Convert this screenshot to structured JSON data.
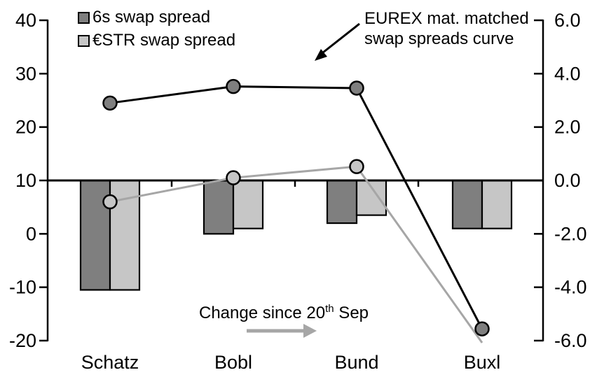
{
  "chart_data": {
    "type": "combo-bar-line",
    "categories": [
      "Schatz",
      "Bobl",
      "Bund",
      "Buxl"
    ],
    "left_axis": {
      "ticks": [
        40,
        30,
        20,
        10,
        0,
        -10,
        -20
      ],
      "min": -20,
      "max": 40
    },
    "right_axis": {
      "labels": [
        "6.0",
        "4.0",
        "2.0",
        "0.0",
        "-2.0",
        "-4.0",
        "-6.0"
      ],
      "values": [
        6,
        4,
        2,
        0,
        -2,
        -4,
        -6
      ],
      "min": -6,
      "max": 6
    },
    "bar_zero_left_value": 10,
    "bar_series": [
      {
        "name": "6s swap spread change",
        "axis": "right",
        "color": "#7f7f7f",
        "values": [
          -4.1,
          -2.0,
          -1.6,
          -1.8
        ]
      },
      {
        "name": "€STR swap spread change",
        "axis": "right",
        "color": "#c6c6c6",
        "values": [
          -4.1,
          -1.8,
          -1.3,
          -1.8
        ]
      }
    ],
    "line_series": [
      {
        "name": "€STR swap spread curve",
        "axis": "left",
        "color": "#a6a6a6",
        "marker_fill": "#c6c6c6",
        "values": [
          6.0,
          10.5,
          12.6,
          -20.4
        ],
        "markers": [
          true,
          true,
          true,
          false
        ]
      },
      {
        "name": "6s swap spread curve",
        "axis": "left",
        "color": "#000000",
        "marker_fill": "#7f7f7f",
        "values": [
          24.5,
          27.6,
          27.3,
          -17.8
        ],
        "markers": [
          true,
          true,
          true,
          true
        ]
      }
    ],
    "legend": [
      {
        "label": "6s swap spread",
        "color": "#7f7f7f"
      },
      {
        "label": "€STR swap spread",
        "color": "#c6c6c6"
      }
    ],
    "annotations": {
      "curve_label": {
        "line1": "EUREX mat. matched",
        "line2": "swap spreads curve"
      },
      "change_label": {
        "before_sup": "Change since 20",
        "sup": "th",
        "after_sup": " Sep"
      }
    },
    "grid": false,
    "legend_position": "top-left"
  },
  "colors": {
    "dark_gray": "#7f7f7f",
    "light_gray": "#c6c6c6",
    "gray_line": "#a6a6a6",
    "black": "#000000"
  }
}
